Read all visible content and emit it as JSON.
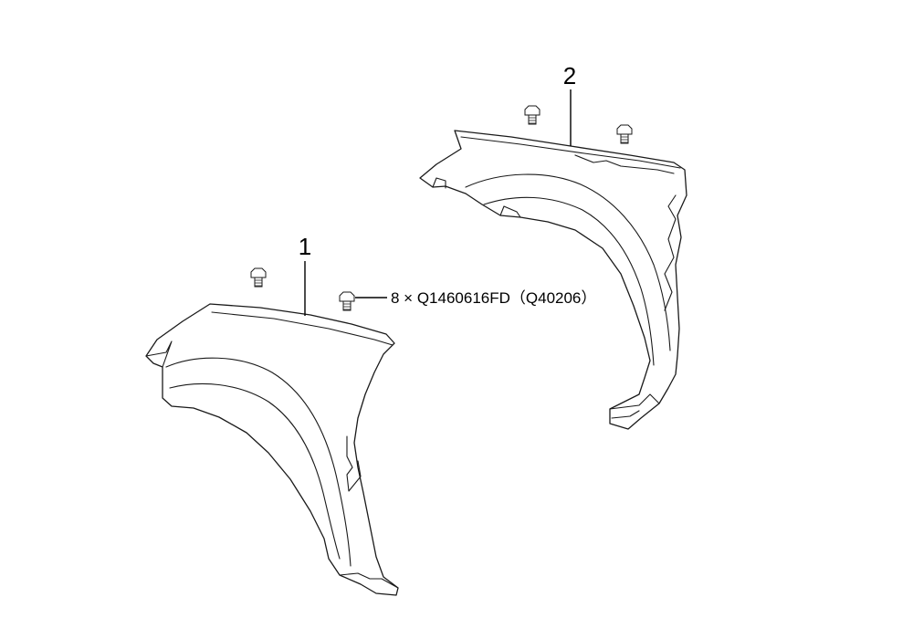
{
  "diagram": {
    "callouts": [
      {
        "id": "1",
        "label": "1"
      },
      {
        "id": "2",
        "label": "2"
      }
    ],
    "bolt_label": "8 × Q1460616FD（Q40206）"
  }
}
